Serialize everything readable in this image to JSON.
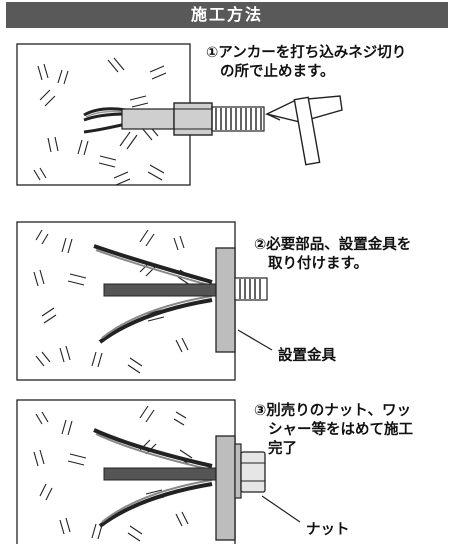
{
  "header": {
    "title": "施工方法"
  },
  "steps": [
    {
      "caption_line1": "①アンカーを打ち込みネジ切り",
      "caption_line2": "の所で止めます。"
    },
    {
      "caption_line1": "②必要部品、設置金具を",
      "caption_line2": "取り付けます。",
      "label": "設置金具"
    },
    {
      "caption_line1": "③別売りのナット、ワッ",
      "caption_line2": "シャー等をはめて施工",
      "caption_line3": "完了",
      "label": "ナット"
    }
  ],
  "colors": {
    "header_bg": "#595959",
    "plate": "#bdbdbd",
    "bolt": "#cfcfcf"
  },
  "icons": [
    "hammer-icon",
    "anchor-bolt-icon",
    "mounting-bracket-icon",
    "nut-icon"
  ]
}
